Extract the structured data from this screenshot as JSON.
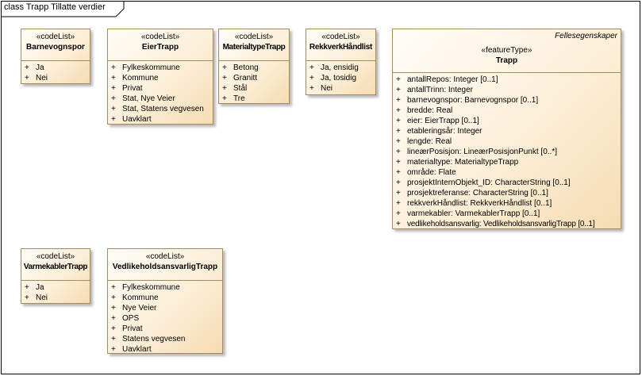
{
  "frame": {
    "title": "class Trapp Tillatte verdier"
  },
  "classes": [
    {
      "stereotype": "«codeList»",
      "name": "Barnevognspor",
      "items": [
        "Ja",
        "Nei"
      ]
    },
    {
      "stereotype": "«codeList»",
      "name": "EierTrapp",
      "items": [
        "Fylkeskommune",
        "Kommune",
        "Privat",
        "Stat, Nye Veier",
        "Stat, Statens vegvesen",
        "Uavklart"
      ]
    },
    {
      "stereotype": "«codeList»",
      "name": "MaterialtypeTrapp",
      "items": [
        "Betong",
        "Granitt",
        "Stål",
        "Tre"
      ]
    },
    {
      "stereotype": "«codeList»",
      "name": "RekkverkHåndlist",
      "items": [
        "Ja, ensidig",
        "Ja, tosidig",
        "Nei"
      ]
    },
    {
      "tag": "Fellesegenskaper",
      "stereotype": "«featureType»",
      "name": "Trapp",
      "items": [
        "antallRepos: Integer [0..1]",
        "antallTrinn: Integer",
        "barnevognspor: Barnevognspor [0..1]",
        "bredde: Real",
        "eier: EierTrapp [0..1]",
        "etableringsår: Integer",
        "lengde: Real",
        "lineærPosisjon: LineærPosisjonPunkt [0..*]",
        "materialtype: MaterialtypeTrapp",
        "område: Flate",
        "prosjektInternObjekt_ID: CharacterString [0..1]",
        "prosjektreferanse: CharacterString [0..1]",
        "rekkverkHåndlist: RekkverkHåndlist [0..1]",
        "varmekabler: VarmekablerTrapp [0..1]",
        "vedlikeholdsansvarlig: VedlikeholdsansvarligTrapp [0..1]"
      ]
    },
    {
      "stereotype": "«codeList»",
      "name": "VarmekablerTrapp",
      "items": [
        "Ja",
        "Nei"
      ]
    },
    {
      "stereotype": "«codeList»",
      "name": "VedlikeholdsansvarligTrapp",
      "items": [
        "Fylkeskommune",
        "Kommune",
        "Nye Veier",
        "OPS",
        "Privat",
        "Statens vegvesen",
        "Uavklart"
      ]
    }
  ],
  "visibility_marker": "+"
}
